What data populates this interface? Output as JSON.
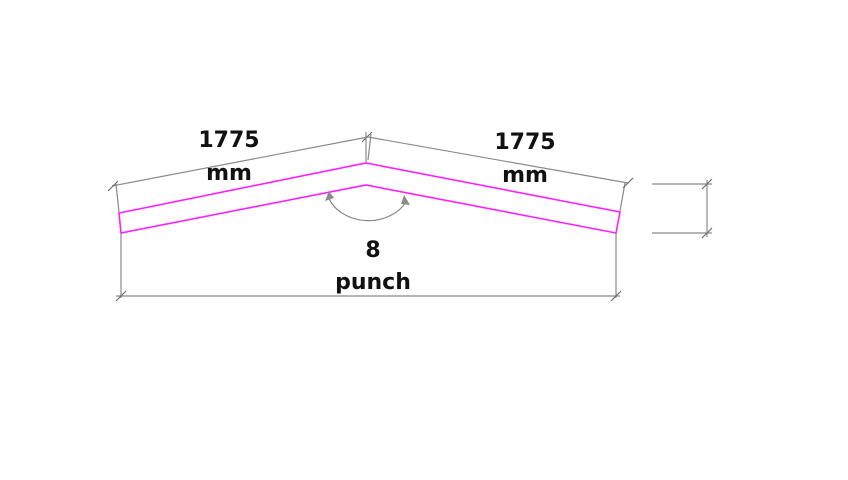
{
  "drawing": {
    "left_length": {
      "value": "1775",
      "unit": "mm"
    },
    "right_length": {
      "value": "1775",
      "unit": "mm"
    },
    "bend": {
      "value": "8",
      "tool": "punch"
    },
    "colors": {
      "profile": "#ff1eff",
      "dimension": "#8a8a8a",
      "text": "#111111"
    }
  }
}
